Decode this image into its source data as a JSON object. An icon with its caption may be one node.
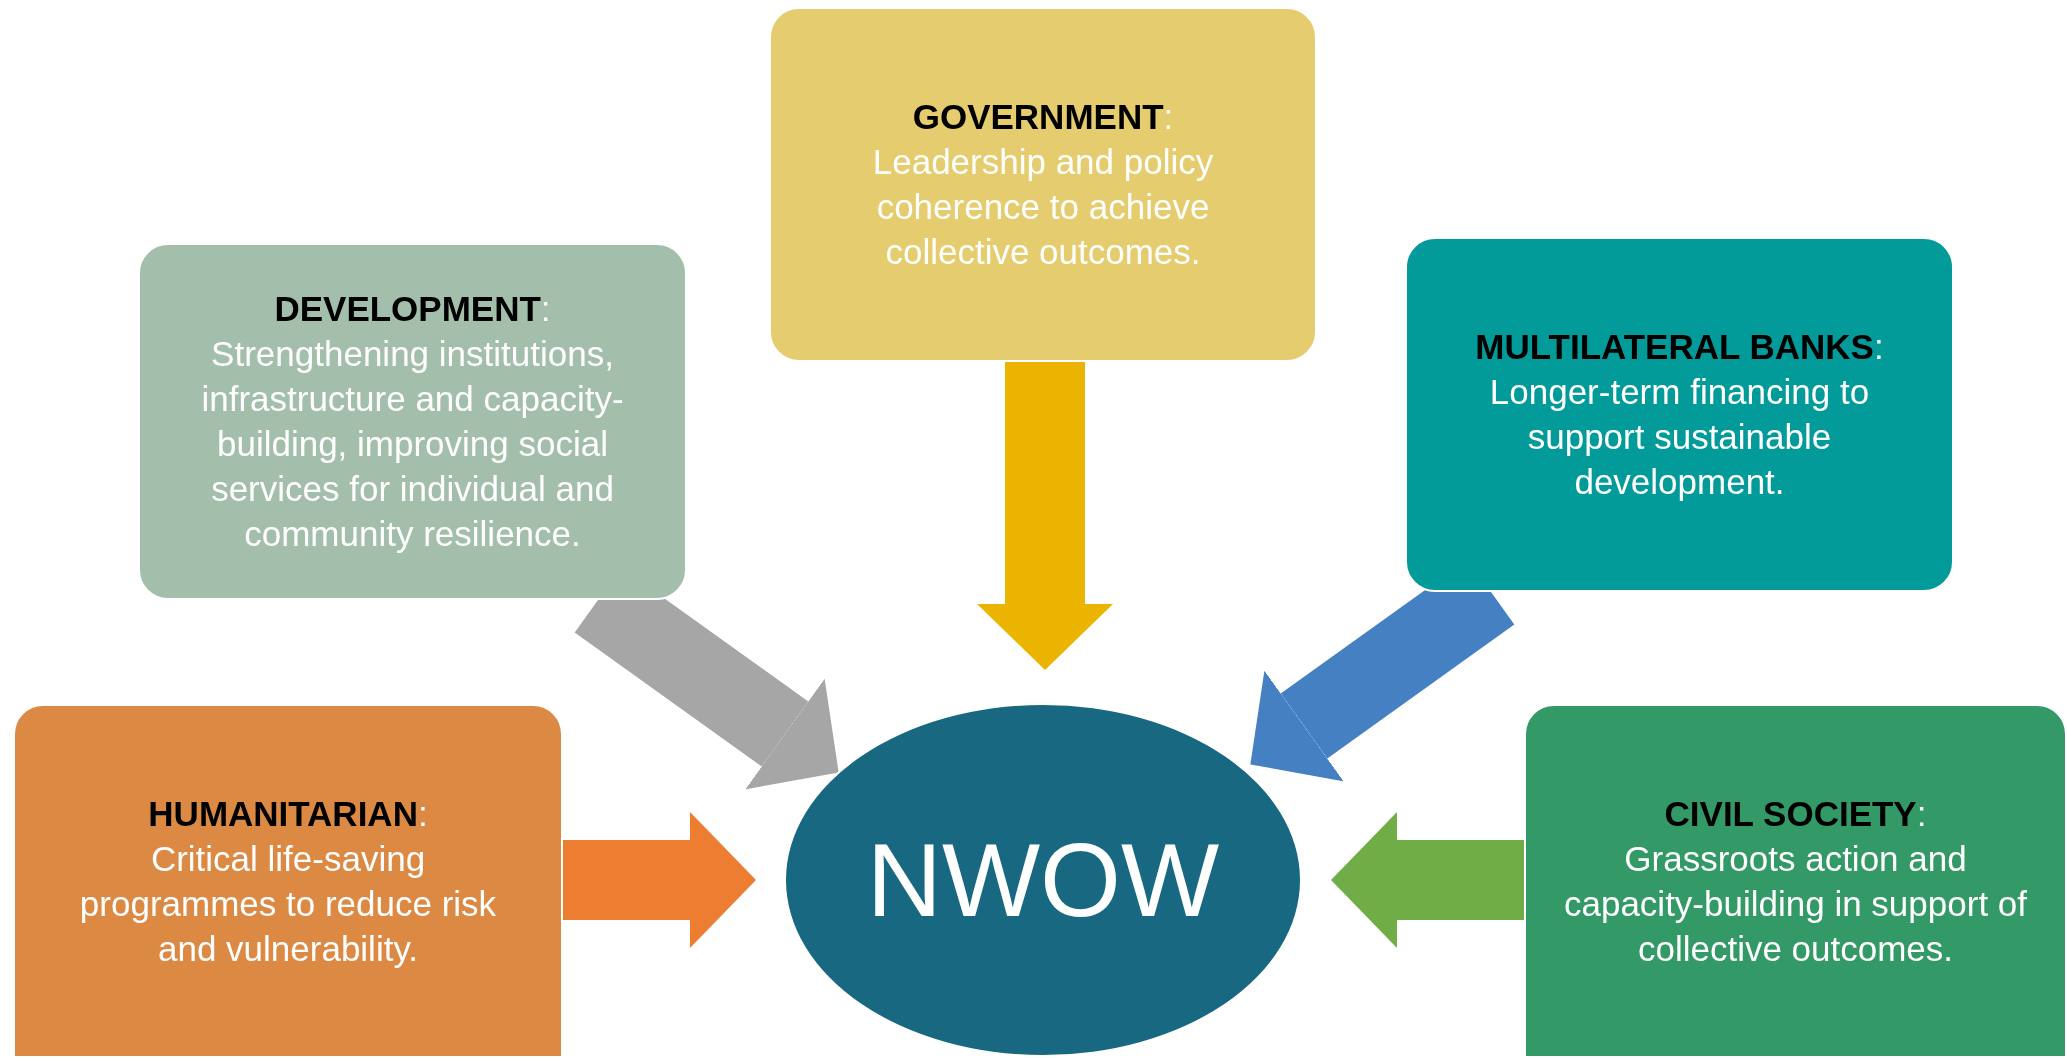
{
  "diagram": {
    "nodes": [
      {
        "text": [
          "**GOVERNMENT**:",
          "Leadership and policy coherence to achieve collective outcomes."
        ]
      },
      {
        "text": [
          "**DEVELOPMENT**:",
          "Strengthening institutions, infrastructure and capacity-building, improving social services for individual and community resilience."
        ]
      },
      {
        "text": [
          "**MULTILATERAL BANKS**:",
          "Longer-term financing to support sustainable development."
        ]
      },
      {
        "text": [
          "**HUMANITARIAN**:",
          "Critical life-saving programmes to reduce risk and vulnerability."
        ]
      },
      {
        "text": [
          "NWOW"
        ]
      },
      {
        "text": [
          "**CIVIL SOCIETY**:",
          "Grassroots action and capacity-building in support of collective outcomes."
        ]
      }
    ],
    "edges": [
      {
        "from": 0,
        "to": 4,
        "arrow": "to",
        "color": "#ebb400"
      },
      {
        "from": 1,
        "to": 4,
        "arrow": "to",
        "color": "#a6a6a6"
      },
      {
        "from": 2,
        "to": 4,
        "arrow": "to",
        "color": "#4581c2"
      },
      {
        "from": 3,
        "to": 4,
        "arrow": "to",
        "color": "#ed7d31"
      },
      {
        "from": 5,
        "to": 4,
        "arrow": "to",
        "color": "#70ad47"
      }
    ]
  }
}
